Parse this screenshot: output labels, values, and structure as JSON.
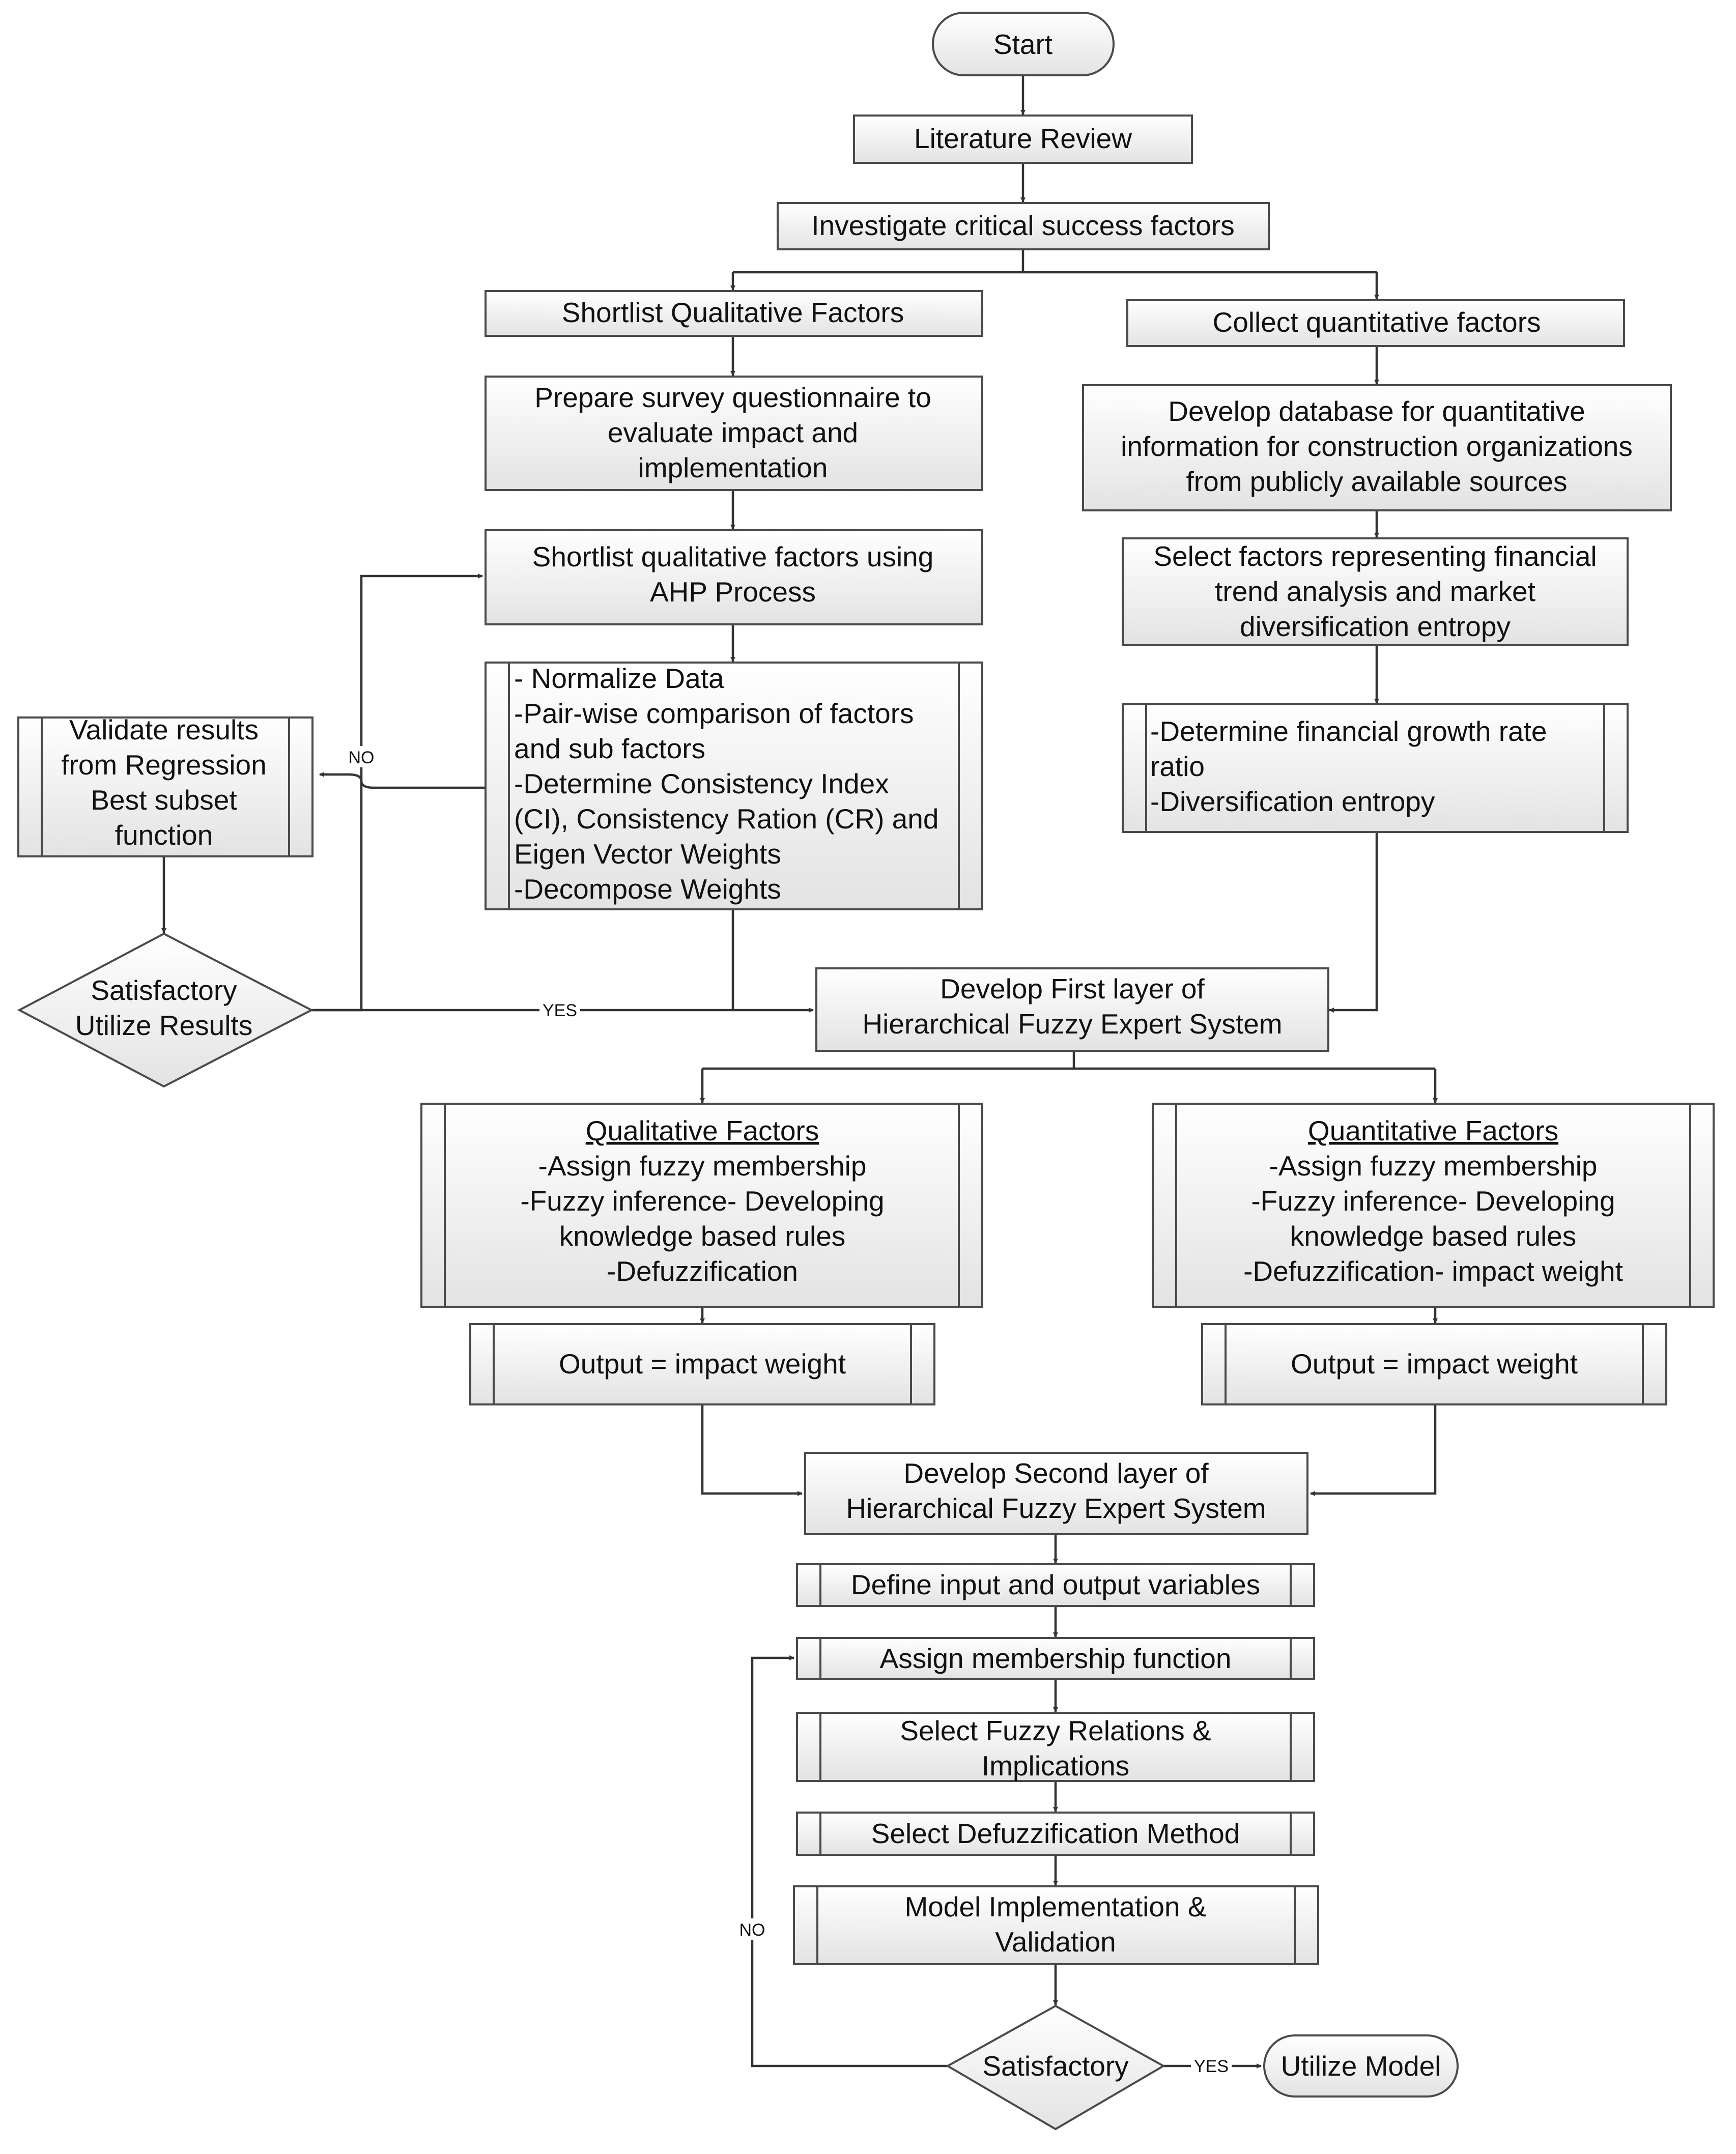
{
  "nodes": {
    "start": {
      "lines": [
        "Start"
      ]
    },
    "literature": {
      "lines": [
        "Literature Review"
      ]
    },
    "investigate": {
      "lines": [
        "Investigate critical success factors"
      ]
    },
    "shortlist_qual": {
      "lines": [
        "Shortlist Qualitative Factors"
      ]
    },
    "collect_quant": {
      "lines": [
        "Collect quantitative factors"
      ]
    },
    "survey": {
      "lines": [
        "Prepare survey questionnaire to",
        "evaluate impact and",
        "implementation"
      ]
    },
    "database": {
      "lines": [
        "Develop database for quantitative",
        "information for construction organizations",
        "from publicly available sources"
      ]
    },
    "ahp": {
      "lines": [
        "Shortlist qualitative factors using",
        "AHP Process"
      ]
    },
    "select_fin": {
      "lines": [
        "Select factors representing financial",
        "trend analysis and market",
        "diversification entropy"
      ]
    },
    "normalize": {
      "lines": [
        "- Normalize Data",
        "-Pair-wise comparison of factors",
        "and sub factors",
        "-Determine Consistency Index",
        "(CI), Consistency Ration (CR) and",
        "Eigen Vector Weights",
        "-Decompose Weights"
      ]
    },
    "growth": {
      "lines": [
        "-Determine financial growth rate",
        "ratio",
        "-Diversification entropy"
      ]
    },
    "validate": {
      "lines": [
        "Validate results",
        "from Regression",
        "Best subset",
        "function"
      ]
    },
    "satisfactory1": {
      "lines": [
        "Satisfactory",
        "Utilize Results"
      ]
    },
    "first_layer": {
      "lines": [
        "Develop First layer of",
        "Hierarchical Fuzzy Expert System"
      ]
    },
    "qual_factors": {
      "title": "Qualitative Factors",
      "lines": [
        "-Assign fuzzy membership",
        "-Fuzzy inference- Developing",
        "knowledge based rules",
        "-Defuzzification"
      ]
    },
    "quant_factors": {
      "title": "Quantitative Factors",
      "lines": [
        "-Assign fuzzy membership",
        "-Fuzzy inference- Developing",
        "knowledge based rules",
        "-Defuzzification- impact weight"
      ]
    },
    "output_left": {
      "lines": [
        "Output =  impact weight"
      ]
    },
    "output_right": {
      "lines": [
        "Output =  impact weight"
      ]
    },
    "second_layer": {
      "lines": [
        "Develop Second layer of",
        "Hierarchical Fuzzy Expert System"
      ]
    },
    "define_io": {
      "lines": [
        "Define input and output variables"
      ]
    },
    "assign_mf": {
      "lines": [
        "Assign membership function"
      ]
    },
    "fuzzy_rel": {
      "lines": [
        "Select Fuzzy Relations &",
        "Implications"
      ]
    },
    "defuzz_method": {
      "lines": [
        "Select Defuzzification Method"
      ]
    },
    "model_impl": {
      "lines": [
        "Model Implementation &",
        "Validation"
      ]
    },
    "satisfactory2": {
      "lines": [
        "Satisfactory"
      ]
    },
    "utilize_model": {
      "lines": [
        "Utilize Model"
      ]
    }
  },
  "edge_labels": {
    "no_top": "NO",
    "yes_mid": "YES",
    "no_bottom": "NO",
    "yes_bottom": "YES"
  }
}
